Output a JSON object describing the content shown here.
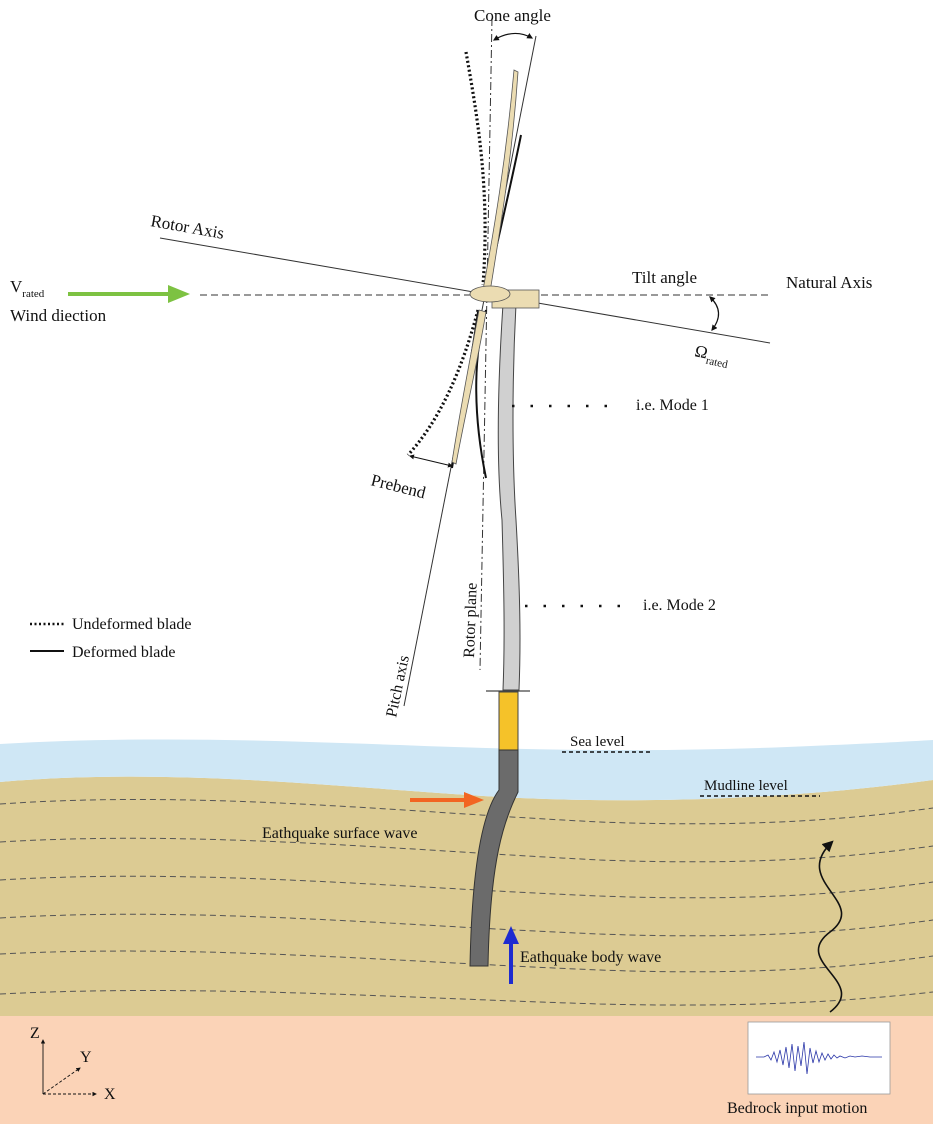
{
  "labels": {
    "cone_angle": "Cone angle",
    "rotor_axis": "Rotor Axis",
    "tilt_angle": "Tilt angle",
    "natural_axis": "Natural Axis",
    "v_main": "V",
    "v_sub": "rated",
    "wind_direction": "Wind diection",
    "omega_main": "Ω",
    "omega_sub": "rated",
    "mode1": "i.e. Mode 1",
    "mode2": "i.e. Mode 2",
    "prebend": "Prebend",
    "rotor_plane": "Rotor plane",
    "pitch_axis": "Pitch axis",
    "sea_level": "Sea level",
    "mudline_level": "Mudline level",
    "surface_wave": "Eathquake surface wave",
    "body_wave": "Eathquake body wave",
    "bedrock_motion": "Bedrock input motion",
    "axis_z": "Z",
    "axis_y": "Y",
    "axis_x": "X"
  },
  "legend": {
    "undeformed": "Undeformed blade",
    "deformed": "Deformed blade"
  },
  "colors": {
    "sea": "#cfe7f5",
    "soil": "#dccb93",
    "bedrock": "#fbd3b7",
    "tower": "#d0d0d0",
    "transition_piece": "#f5c229",
    "monopile": "#6b6b6b",
    "nacelle": "#ebdcb2",
    "wind_arrow": "#7dc242",
    "surface_wave_arrow": "#f26522",
    "body_wave_arrow": "#1e2bd0",
    "seismogram": "#2a36a8"
  }
}
